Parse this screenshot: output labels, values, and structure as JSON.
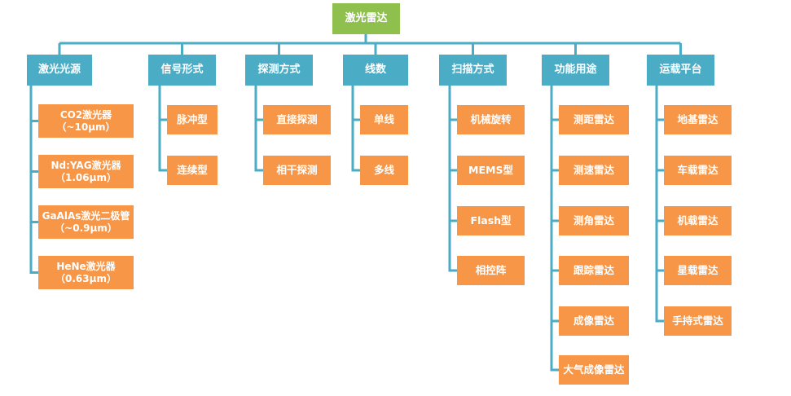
{
  "root": {
    "label": "激光雷达"
  },
  "categories": [
    {
      "label": "激光光源",
      "items": [
        {
          "line1": "CO2激光器",
          "line2": "（~10μm）"
        },
        {
          "line1": "Nd:YAG激光器",
          "line2": "（1.06μm）"
        },
        {
          "line1": "GaAlAs激光二极管",
          "line2": "（~0.9μm）"
        },
        {
          "line1": "HeNe激光器",
          "line2": "（0.63μm）"
        }
      ]
    },
    {
      "label": "信号形式",
      "items": [
        {
          "line1": "脉冲型"
        },
        {
          "line1": "连续型"
        }
      ]
    },
    {
      "label": "探测方式",
      "items": [
        {
          "line1": "直接探测"
        },
        {
          "line1": "相干探测"
        }
      ]
    },
    {
      "label": "线数",
      "items": [
        {
          "line1": "单线"
        },
        {
          "line1": "多线"
        }
      ]
    },
    {
      "label": "扫描方式",
      "items": [
        {
          "line1": "机械旋转"
        },
        {
          "line1": "MEMS型"
        },
        {
          "line1": "Flash型"
        },
        {
          "line1": "相控阵"
        }
      ]
    },
    {
      "label": "功能用途",
      "items": [
        {
          "line1": "测距雷达"
        },
        {
          "line1": "测速雷达"
        },
        {
          "line1": "测角雷达"
        },
        {
          "line1": "跟踪雷达"
        },
        {
          "line1": "成像雷达"
        },
        {
          "line1": "大气成像雷达"
        }
      ]
    },
    {
      "label": "运载平台",
      "items": [
        {
          "line1": "地基雷达"
        },
        {
          "line1": "车载雷达"
        },
        {
          "line1": "机载雷达"
        },
        {
          "line1": "星载雷达"
        },
        {
          "line1": "手持式雷达"
        }
      ]
    }
  ],
  "colors": {
    "root": "#8fbf4d",
    "category": "#4aacc5",
    "leaf": "#f79646",
    "connector": "#4aacc5"
  }
}
